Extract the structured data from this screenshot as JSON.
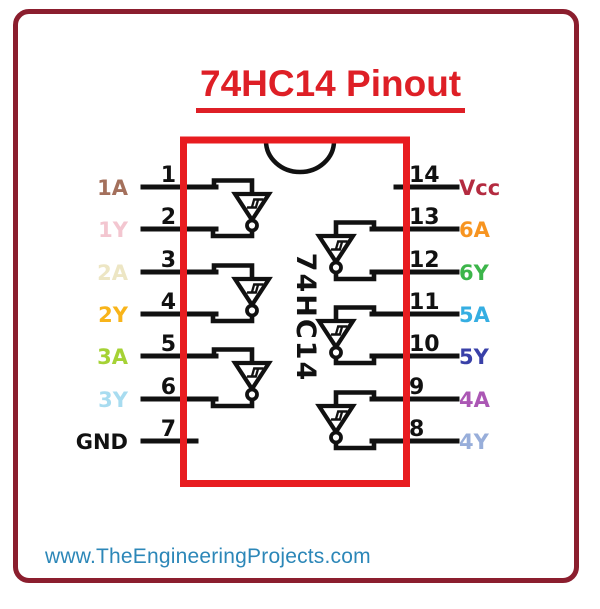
{
  "title": "74HC14 Pinout",
  "footer": "www.TheEngineeringProjects.com",
  "colors": {
    "title_red": "#DE1F26",
    "ic_border_red": "#E81C20",
    "frame_maroon": "#8B1E2E",
    "footer_blue": "#2C87B8",
    "line_black": "#111111"
  },
  "chip": {
    "name": "74HC14",
    "left_pins": [
      {
        "number": "1",
        "label": "1A",
        "color": "#A4705C"
      },
      {
        "number": "2",
        "label": "1Y",
        "color": "#F3C6D0"
      },
      {
        "number": "3",
        "label": "2A",
        "color": "#EDE6C4"
      },
      {
        "number": "4",
        "label": "2Y",
        "color": "#F8B41A"
      },
      {
        "number": "5",
        "label": "3A",
        "color": "#A5D235"
      },
      {
        "number": "6",
        "label": "3Y",
        "color": "#A8DCF0"
      },
      {
        "number": "7",
        "label": "GND",
        "color": "#111111"
      }
    ],
    "right_pins": [
      {
        "number": "14",
        "label": "Vcc",
        "color": "#B42B40"
      },
      {
        "number": "13",
        "label": "6A",
        "color": "#F79420"
      },
      {
        "number": "12",
        "label": "6Y",
        "color": "#3CB54A"
      },
      {
        "number": "11",
        "label": "5A",
        "color": "#35AEE2"
      },
      {
        "number": "10",
        "label": "5Y",
        "color": "#3940A8"
      },
      {
        "number": "9",
        "label": "4A",
        "color": "#AB57B4"
      },
      {
        "number": "8",
        "label": "4Y",
        "color": "#98AEDA"
      }
    ],
    "gates": [
      {
        "side": "left",
        "input": "1",
        "output": "2"
      },
      {
        "side": "left",
        "input": "3",
        "output": "4"
      },
      {
        "side": "left",
        "input": "5",
        "output": "6"
      },
      {
        "side": "right",
        "input": "13",
        "output": "12"
      },
      {
        "side": "right",
        "input": "11",
        "output": "10"
      },
      {
        "side": "right",
        "input": "9",
        "output": "8"
      }
    ]
  }
}
